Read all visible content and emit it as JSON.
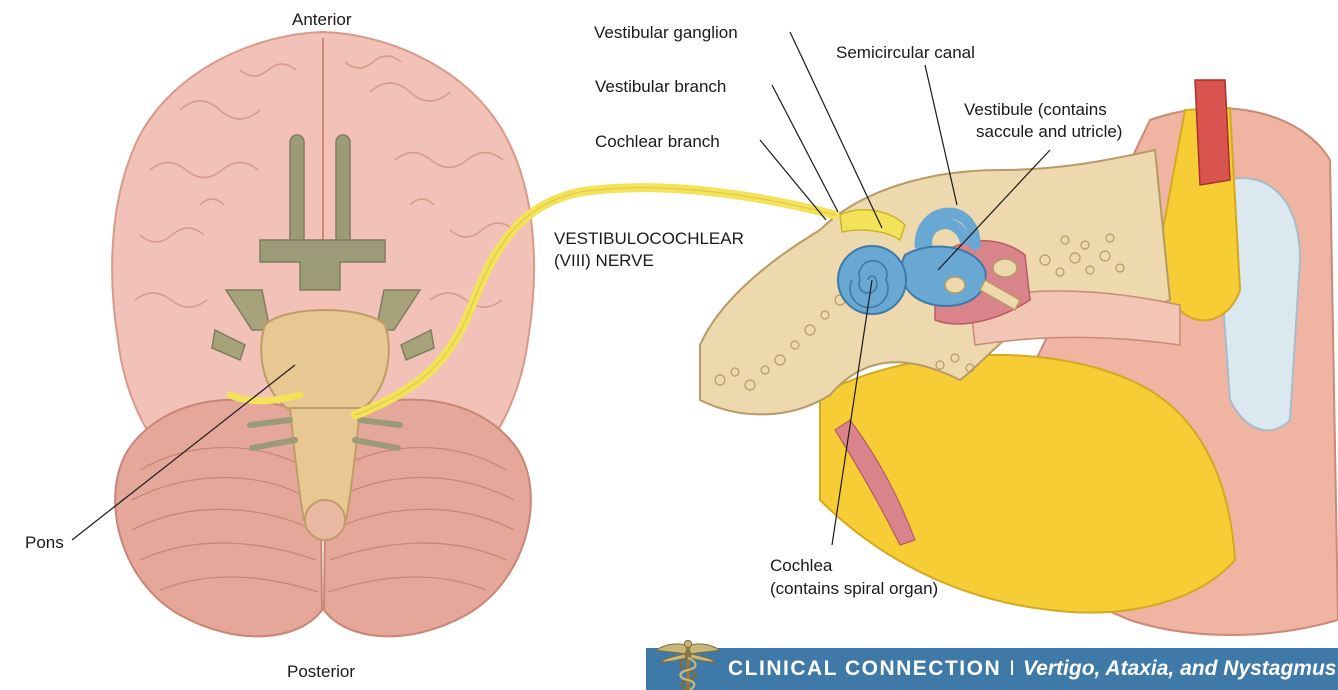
{
  "labels": {
    "anterior": "Anterior",
    "posterior": "Posterior",
    "pons": "Pons",
    "vestibular_ganglion": "Vestibular ganglion",
    "vestibular_branch": "Vestibular branch",
    "cochlear_branch": "Cochlear branch",
    "semicircular_canal": "Semicircular canal",
    "vestibule_line1": "Vestibule (contains",
    "vestibule_line2": "saccule and utricle)",
    "nerve_line1": "VESTIBULOCOCHLEAR",
    "nerve_line2": "(VIII) NERVE",
    "cochlea_line1": "Cochlea",
    "cochlea_line2": "(contains spiral organ)"
  },
  "banner": {
    "heading": "CLINICAL CONNECTION",
    "separator": "I",
    "topic": "Vertigo, Ataxia, and Nystagmus",
    "background": "#3f79a8",
    "icon": "caduceus-icon"
  },
  "colors": {
    "brain": "#f2c2b8",
    "cerebellum": "#e6a79b",
    "brainstem": "#e8c792",
    "olfactory": "#9c9b78",
    "nerve": "#f3e25a",
    "bone": "#eed9ae",
    "fat": "#f7cd35",
    "skin": "#f0b4a2",
    "inner_ear": "#6aa8d4",
    "vessel": "#d9534f"
  }
}
